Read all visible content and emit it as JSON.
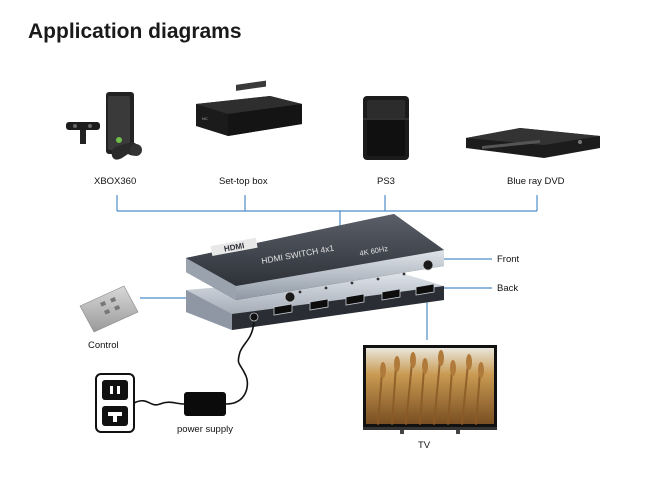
{
  "page": {
    "title": "Application diagrams"
  },
  "sources": [
    {
      "id": "xbox",
      "label": "XBOX360",
      "icon": "game-console-icon"
    },
    {
      "id": "stb",
      "label": "Set-top box",
      "icon": "set-top-box-icon"
    },
    {
      "id": "ps3",
      "label": "PS3",
      "icon": "game-console-icon"
    },
    {
      "id": "bluray",
      "label": "Blue ray DVD",
      "icon": "disc-player-icon"
    }
  ],
  "switch": {
    "logo": "HDMI",
    "model": "HDMI  SWITCH  4x1",
    "spec": "4K 60Hz",
    "front_label": "Front",
    "back_label": "Back"
  },
  "peripherals": {
    "control_label": "Control",
    "power_label": "power supply",
    "tv_label": "TV"
  },
  "colors": {
    "line": "#4d8ec9",
    "switch_body": "#3c3f47",
    "switch_trim": "#b5bcc6"
  }
}
